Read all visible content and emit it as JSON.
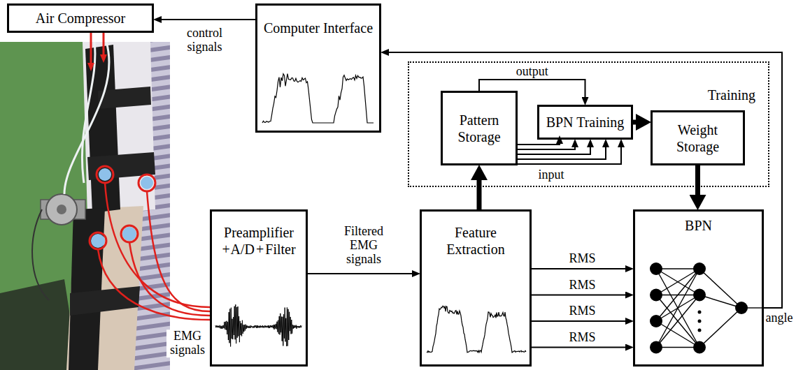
{
  "diagram": {
    "nodes": [
      {
        "text": [
          "Air Compressor"
        ]
      },
      {
        "text": [
          "Computer Interface"
        ]
      },
      {
        "text": [
          "Training"
        ]
      },
      {
        "text": [
          "Pattern Storage"
        ],
        "in": 2
      },
      {
        "text": [
          "BPN Training"
        ],
        "in": 2
      },
      {
        "text": [
          "Weight Storage"
        ],
        "in": 2
      },
      {
        "text": [
          "Preamplifier + A/D + Filter"
        ]
      },
      {
        "text": [
          "Feature Extraction"
        ]
      },
      {
        "text": [
          "BPN"
        ]
      }
    ],
    "edges": [
      {
        "from": 1,
        "to": 0,
        "arrow": "to",
        "label": "control signals"
      },
      {
        "from": 3,
        "to": 4,
        "arrow": "to",
        "label": "output"
      },
      {
        "from": 3,
        "to": 4,
        "arrow": "to"
      },
      {
        "from": 3,
        "to": 4,
        "arrow": "to"
      },
      {
        "from": 3,
        "to": 4,
        "arrow": "to"
      },
      {
        "from": 3,
        "to": 4,
        "arrow": "to"
      },
      {
        "from": 3,
        "to": 4,
        "arrow": "to",
        "label": "input"
      },
      {
        "from": 4,
        "to": 5,
        "arrow": "to"
      },
      {
        "from": 7,
        "to": 3,
        "arrow": "to"
      },
      {
        "from": 5,
        "to": 8,
        "arrow": "to"
      },
      {
        "from": 6,
        "to": 7,
        "arrow": "to",
        "label": "Filtered EMG signals"
      },
      {
        "from": 7,
        "to": 8,
        "arrow": "to",
        "label": "RMS"
      },
      {
        "from": 7,
        "to": 8,
        "arrow": "to",
        "label": "RMS"
      },
      {
        "from": 7,
        "to": 8,
        "arrow": "to",
        "label": "RMS"
      },
      {
        "from": 7,
        "to": 8,
        "arrow": "to",
        "label": "RMS"
      },
      {
        "from": 8,
        "to": 1,
        "arrow": "to",
        "label": "angle"
      }
    ],
    "labels": [
      "EMG signals"
    ]
  }
}
